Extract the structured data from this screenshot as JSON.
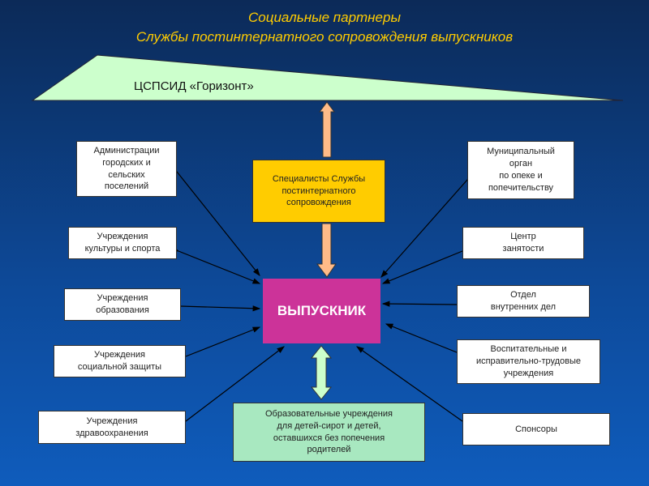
{
  "title": {
    "line1": "Социальные партнеры",
    "line2": "Службы постинтернатного сопровождения выпускников"
  },
  "top": {
    "label": "ЦСПСИД «Горизонт»"
  },
  "center": {
    "label": "ВЫПУСКНИК",
    "color": "#cc3399"
  },
  "specialists": {
    "label": "Специалисты Службы\nпостинтернатного\nсопровождения",
    "color": "#ffcc00"
  },
  "orphan_institutions": {
    "label": "Образовательные учреждения\nдля детей-сирот и детей,\nоставшихся без попечения\nродителей",
    "color": "#a8e8c0"
  },
  "left": [
    {
      "label": "Администрации\nгородских и\nсельских\nпоселений"
    },
    {
      "label": "Учреждения\nкультуры и спорта"
    },
    {
      "label": "Учреждения\nобразования"
    },
    {
      "label": "Учреждения\nсоциальной защиты"
    },
    {
      "label": "Учреждения\nздравоохранения"
    }
  ],
  "right": [
    {
      "label": "Муниципальный\nорган\nпо опеке и\nпопечительству"
    },
    {
      "label": "Центр\nзанятости"
    },
    {
      "label": "Отдел\nвнутренних дел"
    },
    {
      "label": "Воспитательные и\nисправительно-трудовые\nучреждения"
    },
    {
      "label": "Спонсоры"
    }
  ]
}
